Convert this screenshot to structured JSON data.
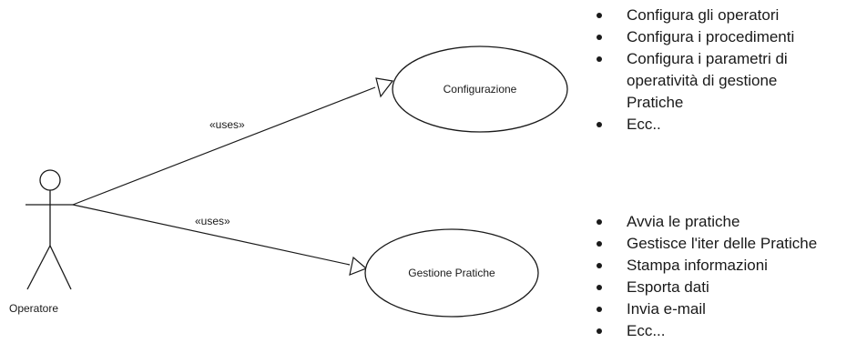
{
  "actor": {
    "label": "Operatore"
  },
  "use_cases": [
    {
      "label": "Configurazione"
    },
    {
      "label": "Gestione Pratiche"
    }
  ],
  "associations": [
    {
      "label": "«uses»"
    },
    {
      "label": "«uses»"
    }
  ],
  "notes": {
    "configurazione": [
      "Configura gli operatori",
      "Configura i procedimenti",
      "Configura i parametri di operatività di gestione Pratiche",
      "Ecc.."
    ],
    "gestione_pratiche": [
      "Avvia le pratiche",
      "Gestisce l'iter delle Pratiche",
      "Stampa informazioni",
      "Esporta dati",
      "Invia e-mail",
      "Ecc..."
    ]
  }
}
